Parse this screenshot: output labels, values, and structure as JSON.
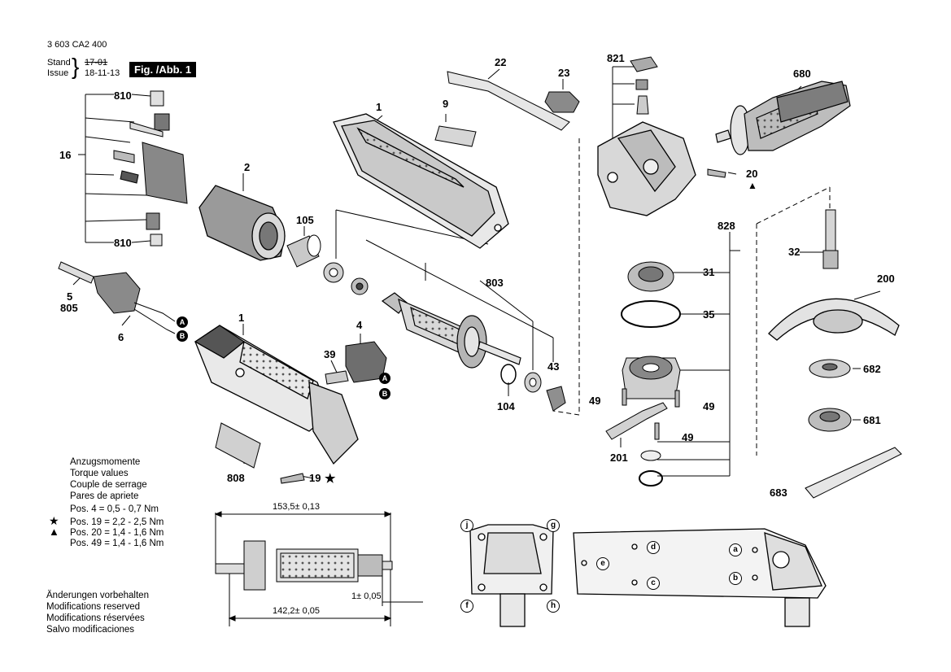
{
  "header": {
    "doc_number": "3 603 CA2 400",
    "stand_label": "Stand",
    "issue_label": "Issue",
    "stand_value": "17-01",
    "issue_value": "18-11-13",
    "figure_label": "Fig. /Abb. 1"
  },
  "torque": {
    "lines": [
      "Anzugsmomente",
      "Torque values",
      "Couple de serrage",
      "Pares de apriete"
    ],
    "rows": [
      {
        "symbol": "",
        "text": "Pos.   4 = 0,5 - 0,7 Nm"
      },
      {
        "symbol": "★",
        "text": "Pos. 19 = 2,2 - 2,5 Nm"
      },
      {
        "symbol": "▲",
        "text": "Pos. 20 = 1,4 - 1,6 Nm"
      },
      {
        "symbol": "",
        "text": "Pos. 49 = 1,4 - 1,6 Nm"
      }
    ]
  },
  "modifications": [
    "Änderungen vorbehalten",
    "Modifications reserved",
    "Modifications réservées",
    "Salvo modificaciones"
  ],
  "dimensions": {
    "overall": "153,5± 0,13",
    "lamination": "142,2± 0,05",
    "offset": "1± 0,05"
  },
  "part_numbers": {
    "p810a": "810",
    "p810b": "810",
    "p16": "16",
    "p2": "2",
    "p1a": "1",
    "p1b": "1",
    "p9": "9",
    "p22": "22",
    "p23": "23",
    "p821": "821",
    "p680": "680",
    "p20": "20",
    "p105": "105",
    "p803": "803",
    "p5": "5",
    "p805": "805",
    "p6": "6",
    "p4": "4",
    "p39": "39",
    "p43": "43",
    "p104": "104",
    "p808": "808",
    "p19": "19",
    "p828": "828",
    "p32": "32",
    "p31": "31",
    "p35": "35",
    "p200": "200",
    "p682": "682",
    "p49a": "49",
    "p49b": "49",
    "p49c": "49",
    "p681": "681",
    "p201": "201",
    "p683": "683"
  },
  "markers": {
    "a": "A",
    "b": "B",
    "a2": "A",
    "b2": "B"
  },
  "detail_labels": {
    "j": "j",
    "g": "g",
    "f": "f",
    "h": "h",
    "a": "a",
    "b": "b",
    "c": "c",
    "d": "d",
    "e": "e"
  }
}
